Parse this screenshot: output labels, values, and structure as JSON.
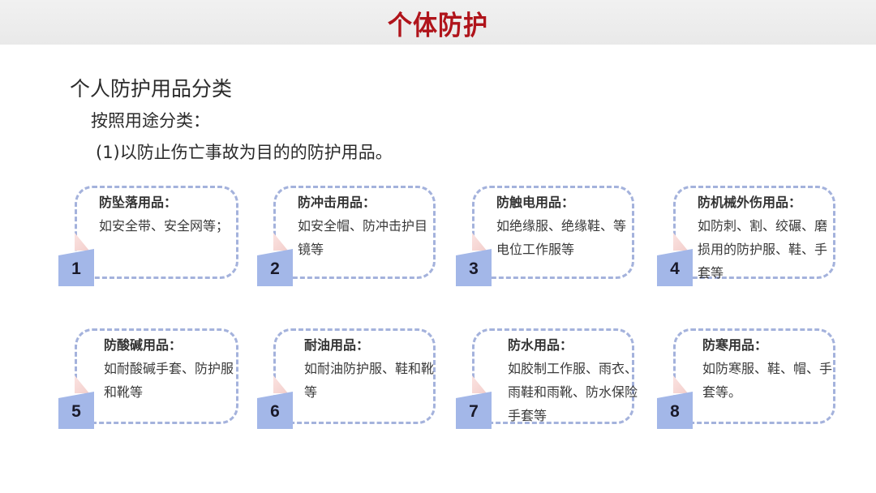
{
  "header": {
    "title": "个体防护",
    "title_color": "#b0141b"
  },
  "content": {
    "heading": "个人防护用品分类",
    "subheading": "按照用途分类：",
    "item_intro": "(1)以防止伤亡事故为目的的防护用品。"
  },
  "cards": [
    {
      "number": "1",
      "label": "防坠落用品：",
      "desc": "如安全带、安全网等；"
    },
    {
      "number": "2",
      "label": "防冲击用品：",
      "desc": "如安全帽、防冲击护目镜等"
    },
    {
      "number": "3",
      "label": "防触电用品：",
      "desc": "如绝缘服、绝缘鞋、等电位工作服等"
    },
    {
      "number": "4",
      "label": "防机械外伤用品：",
      "desc": "如防刺、割、绞碾、磨损用的防护服、鞋、手套等"
    },
    {
      "number": "5",
      "label": "防酸碱用品：",
      "desc": "如耐酸碱手套、防护服和靴等"
    },
    {
      "number": "6",
      "label": "耐油用品：",
      "desc": "如耐油防护服、鞋和靴等"
    },
    {
      "number": "7",
      "label": "防水用品：",
      "desc": "如胶制工作服、雨衣、雨鞋和雨靴、防水保险手套等"
    },
    {
      "number": "8",
      "label": "防寒用品：",
      "desc": "如防寒服、鞋、帽、手套等。"
    }
  ],
  "colors": {
    "card_border": "#a4b2dc",
    "badge_fill": "#a3b7e8"
  }
}
